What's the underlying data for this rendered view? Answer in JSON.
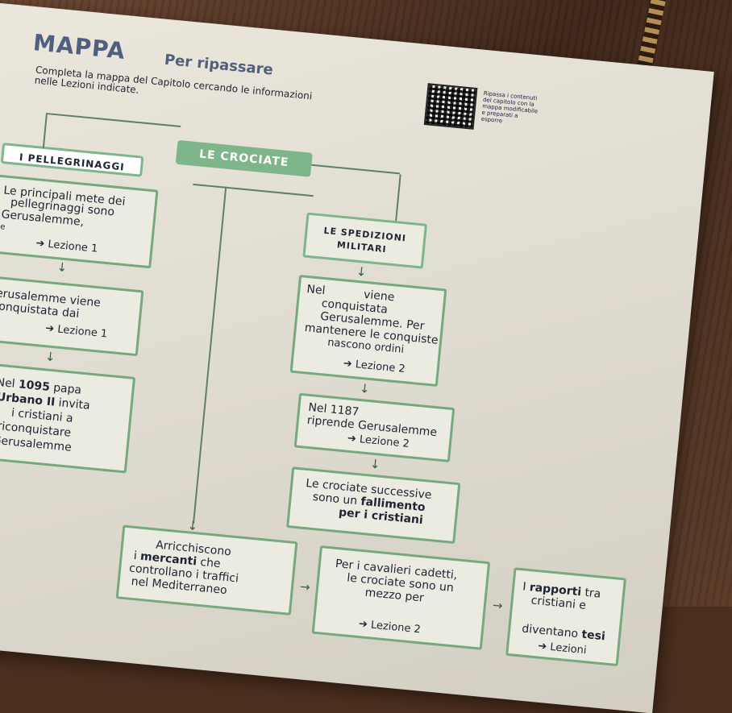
{
  "header": {
    "title": "MAPPA",
    "subtitle": "Per ripassare"
  },
  "instruction": {
    "line1": "Completa la mappa del Capitolo cercando le informazioni",
    "line2": "nelle Lezioni indicate."
  },
  "qr_note": {
    "line1": "Ripassa i contenuti",
    "line2": "del capitolo con la",
    "line3": "mappa modificabile",
    "line4": "e preparati a",
    "line5": "esporre"
  },
  "center": {
    "title": "LE CROCIATE"
  },
  "left": {
    "header": "I PELLEGRINAGGI",
    "box1": {
      "l1": "Le principali mete dei",
      "l2": "pellegrinaggi sono",
      "l3": "Gerusalemme,",
      "l4": "e",
      "ref": "Lezione 1"
    },
    "box2": {
      "l1": "Gerusalemme viene",
      "l2": "conquistata dai",
      "ref": "Lezione 1"
    },
    "box3": {
      "l1a": "Nel",
      "l1b": "1095",
      "l1c": "papa",
      "l2": "Urbano II",
      "l2b": "invita",
      "l3": "i cristiani a",
      "l4": "riconquistare",
      "l5": "Gerusalemme"
    }
  },
  "right": {
    "header_l1": "LE SPEDIZIONI",
    "header_l2": "MILITARI",
    "box1": {
      "l1a": "Nel",
      "l1b": "viene",
      "l2": "conquistata",
      "l3": "Gerusalemme. Per",
      "l4": "mantenere le conquiste",
      "l5": "nascono ordini",
      "ref": "Lezione 2"
    },
    "box2": {
      "l1": "Nel 1187",
      "l2": "riprende Gerusalemme",
      "ref": "Lezione 2"
    },
    "box3": {
      "l1": "Le crociate successive",
      "l2a": "sono un",
      "l2b": "fallimento",
      "l3": "per i cristiani"
    }
  },
  "bottom": {
    "box1": {
      "l1": "Arricchiscono",
      "l2a": "i",
      "l2b": "mercanti",
      "l2c": "che",
      "l3": "controllano i traffici",
      "l4": "nel Mediterraneo"
    },
    "box2": {
      "l1": "Per i cavalieri cadetti,",
      "l2": "le crociate sono un",
      "l3": "mezzo per",
      "ref": "Lezione 2"
    },
    "box3": {
      "l1a": "I",
      "l1b": "rapporti",
      "l1c": "tra",
      "l2": "cristiani e",
      "l3a": "diventano",
      "l3b": "tesi",
      "ref": "Lezioni"
    }
  }
}
